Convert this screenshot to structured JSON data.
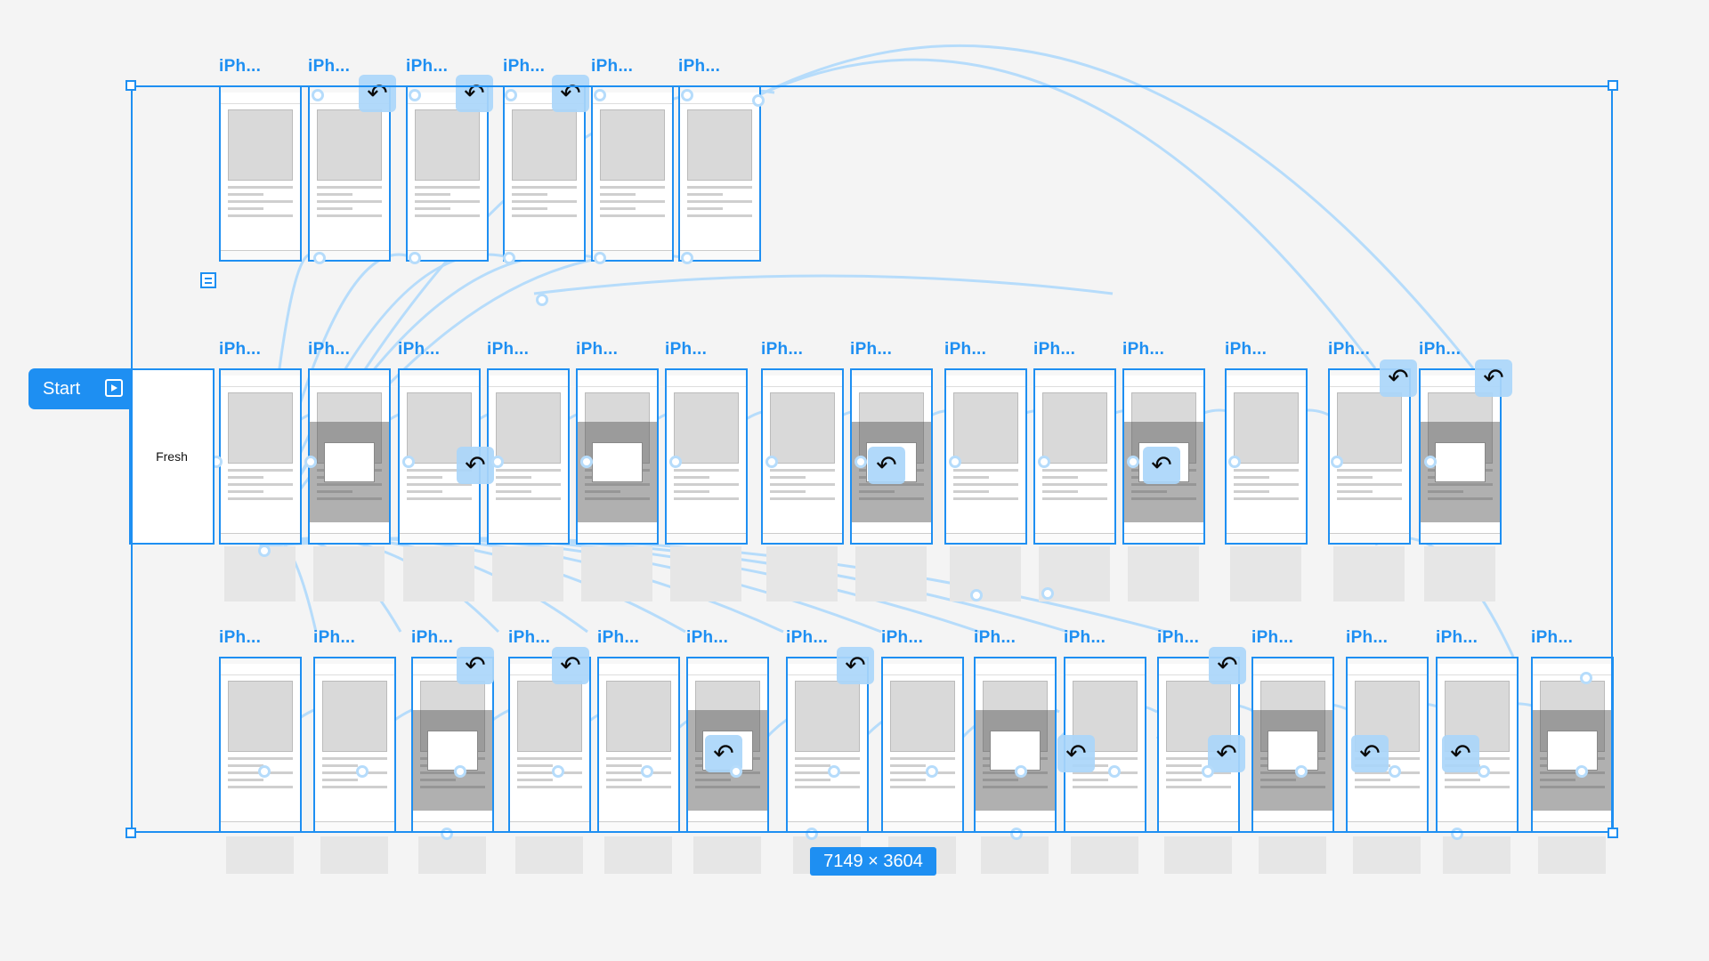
{
  "start": {
    "label": "Start",
    "first_frame_text": "Fresh"
  },
  "frame_label": "iPh...",
  "selection": {
    "dimensions": "7149 × 3604"
  },
  "icons": {
    "back": "undo-arrow-icon",
    "play": "play-icon",
    "note": "note-icon"
  },
  "colors": {
    "accent": "#1e8ff2",
    "link": "#b6dcfb",
    "canvas": "#f4f4f4"
  }
}
